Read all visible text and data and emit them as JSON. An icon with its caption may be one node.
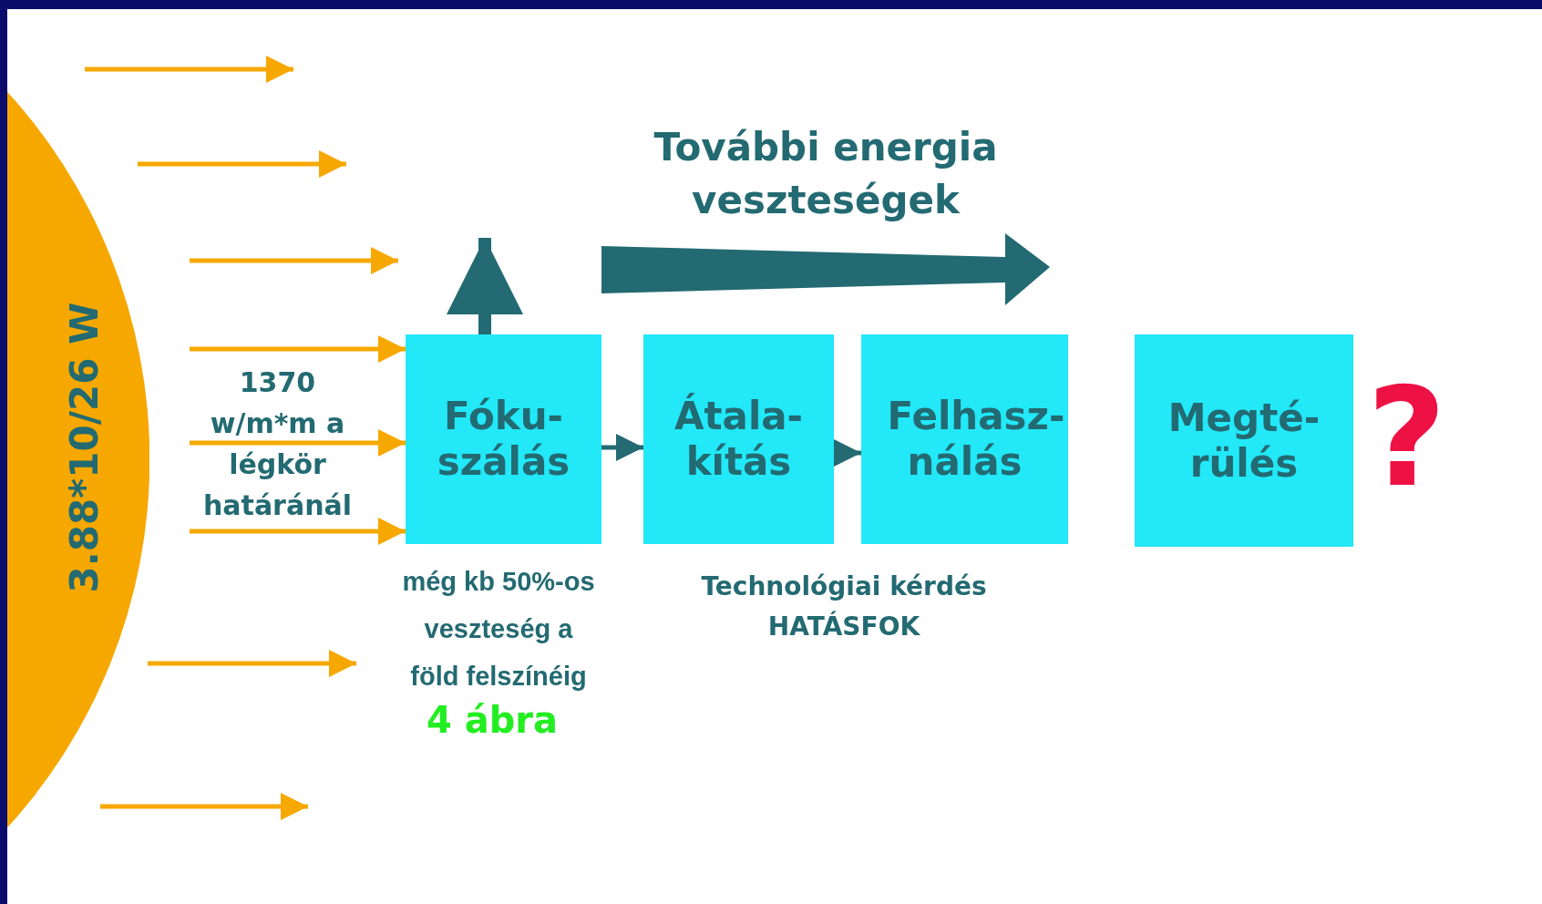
{
  "diagram": {
    "nodes": [
      {
        "text": [
          "3.88*10/26 W"
        ]
      },
      {
        "text": [
          "Fóku- szálás"
        ],
        "beside": [
          "még kb 50%-os veszteség a föld felszínéig"
        ]
      },
      {
        "text": [
          "Átala- kítás"
        ]
      },
      {
        "text": [
          "Felhasz- nálás"
        ]
      },
      {
        "text": [
          "Megté- rülés"
        ]
      }
    ],
    "edges": [
      {
        "from": null,
        "to": 1,
        "arrow": "to",
        "color": "#f6a800"
      },
      {
        "from": null,
        "to": 1,
        "arrow": "to",
        "color": "#f6a800"
      },
      {
        "from": null,
        "to": 1,
        "arrow": "to",
        "color": "#f6a800"
      },
      {
        "from": 1,
        "to": 2,
        "arrow": "to",
        "color": "#236a72"
      },
      {
        "from": 2,
        "to": 3,
        "arrow": "to",
        "color": "#236a72"
      },
      {
        "from": 1,
        "to": null,
        "arrow": "to",
        "style": "thick",
        "color": "#236a72"
      }
    ],
    "labels": [
      "További energia veszteségek",
      "1370 w/m*m a légkör határánál",
      "?",
      "Technológiai kérdés HATÁSFOK",
      "4 ábra"
    ]
  }
}
